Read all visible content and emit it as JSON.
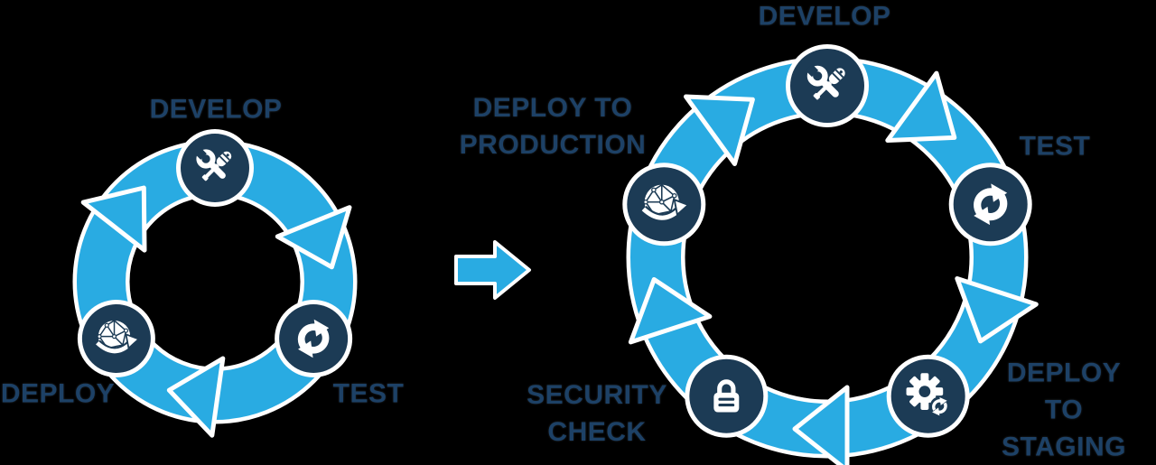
{
  "background": "#000000",
  "colors": {
    "arrow_blue": "#29ABE2",
    "circle_navy": "#1C3B55",
    "label_navy": "#1D4166",
    "outline_white": "#FFFFFF",
    "icon_white": "#FFFFFF"
  },
  "transition_arrow": {
    "description": "right-pointing arrow between cycles"
  },
  "cycles": {
    "left": {
      "name": "devops-cycle-basic",
      "nodes": [
        {
          "label": "DEVELOP",
          "icon": "tools-icon"
        },
        {
          "label": "TEST",
          "icon": "sync-icon"
        },
        {
          "label": "DEPLOY",
          "icon": "globe-deploy-icon"
        }
      ]
    },
    "right": {
      "name": "devops-cycle-extended",
      "nodes": [
        {
          "label": "DEVELOP",
          "icon": "tools-icon"
        },
        {
          "label": "TEST",
          "icon": "sync-icon"
        },
        {
          "label": "DEPLOY TO\nSTAGING",
          "icon": "gear-sync-icon"
        },
        {
          "label": "SECURITY\nCHECK",
          "icon": "lock-icon"
        },
        {
          "label": "DEPLOY TO\nPRODUCTION",
          "icon": "globe-deploy-icon"
        }
      ]
    }
  }
}
